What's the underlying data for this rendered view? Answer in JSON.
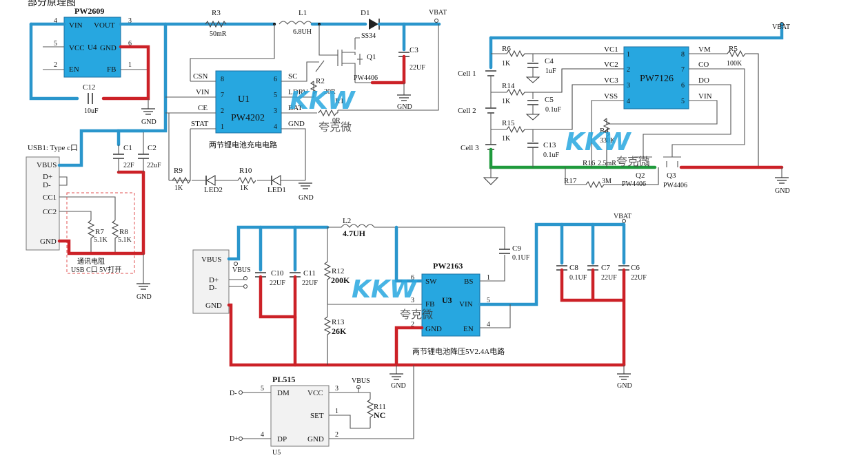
{
  "top_partial": "部分原理图",
  "charger": {
    "u4_title": "PW2609",
    "u4_ref": "U4",
    "u4_pins": {
      "vin": "VIN",
      "vout": "VOUT",
      "vcc": "VCC",
      "gnd": "GND",
      "en": "EN",
      "fb": "FB"
    },
    "u4_pin_nums": {
      "vin": "4",
      "vout": "3",
      "vcc": "5",
      "gnd": "6",
      "en": "2",
      "fb": "1"
    },
    "c12": "C12",
    "c12_val": "10uF",
    "usb_title": "USB1: Type c口",
    "usb_pins": {
      "vbus": "VBUS",
      "dp": "D+",
      "dm": "D-",
      "cc1": "CC1",
      "cc2": "CC2",
      "gnd": "GND"
    },
    "r7": "R7",
    "r7_val": "5.1K",
    "r8": "R8",
    "r8_val": "5.1K",
    "note1": "通讯电阻",
    "note2": "USB C口 5V打开",
    "c1": "C1",
    "c1_val": "22F",
    "c2": "C2",
    "c2_val": "22uF",
    "r3": "R3",
    "r3_val": "50mR",
    "l1": "L1",
    "l1_val": "6.8UH",
    "d1": "D1",
    "d1_val": "SS34",
    "vbat": "VBAT",
    "q1": "Q1",
    "q1_val": "PW4406",
    "c3": "C3",
    "c3_val": "22UF",
    "u1_ref": "U1",
    "u1_name": "PW4202",
    "u1_pins": {
      "csn": "CSN",
      "sc": "SC",
      "vin": "VIN",
      "ldrv": "LDRV",
      "ce": "CE",
      "bat": "BAT",
      "stat": "STAT",
      "gnd": "GND"
    },
    "u1_pin_nums": {
      "csn": "8",
      "sc": "6",
      "vin": "7",
      "ldrv": "5",
      "ce": "2",
      "bat": "3",
      "stat": "1",
      "gnd": "4"
    },
    "r2": "R2",
    "r2_val": "20R",
    "r1": "R1",
    "r1_val": "0R",
    "caption": "两节锂电池充电电路",
    "r9": "R9",
    "r9_val": "1K",
    "led2": "LED2",
    "r10": "R10",
    "r10_val": "1K",
    "led1": "LED1",
    "gnd": "GND"
  },
  "protect": {
    "vbat": "VBAT",
    "cell1": "Cell 1",
    "cell2": "Cell 2",
    "cell3": "Cell 3",
    "r6": "R6",
    "r6_val": "1K",
    "c4": "C4",
    "c4_val": "1uF",
    "r14": "R14",
    "r14_val": "1K",
    "c5": "C5",
    "c5_val": "0.1uF",
    "r15": "R15",
    "r15_val": "1K",
    "c13": "C13",
    "c13_val": "0.1uF",
    "ic": "PW7126",
    "left_pins": [
      "VC1",
      "VC2",
      "VC3",
      "VSS"
    ],
    "left_nums": [
      "1",
      "2",
      "3",
      "4"
    ],
    "right_pins": [
      "VM",
      "CO",
      "DO",
      "VIN"
    ],
    "right_nums": [
      "8",
      "7",
      "6",
      "5"
    ],
    "r5": "R5",
    "r5_val": "100K",
    "r4": "R4",
    "r4_val": "330K",
    "r16": "R16",
    "r16_val": "2.5mR",
    "r17": "R17",
    "r17_val": "3M",
    "q2": "Q2",
    "q2_val": "PW4406",
    "q3": "Q3",
    "q3_val": "PW4406",
    "gnd": "GND"
  },
  "buck": {
    "vbus_pins": {
      "vbus": "VBUS",
      "dp": "D+",
      "dm": "D-",
      "gnd": "GND"
    },
    "vbus_lbl": "VBUS",
    "c10": "C10",
    "c10_val": "22UF",
    "c11": "C11",
    "c11_val": "22UF",
    "l2": "L2",
    "l2_val": "4.7UH",
    "r12": "R12",
    "r12_val": "200K",
    "r13": "R13",
    "r13_val": "26K",
    "ic_title": "PW2163",
    "ic_ref": "U3",
    "ic_pins": {
      "sw": "SW",
      "bs": "BS",
      "fb": "FB",
      "vin": "VIN",
      "gnd": "GND",
      "en": "EN"
    },
    "ic_nums": {
      "sw": "6",
      "bs": "1",
      "fb": "3",
      "vin": "5",
      "gnd": "2",
      "en": "4"
    },
    "c9": "C9",
    "c9_val": "0.1UF",
    "vbat": "VBAT",
    "c8": "C8",
    "c8_val": "0.1UF",
    "c7": "C7",
    "c7_val": "22UF",
    "c6": "C6",
    "c6_val": "22UF",
    "caption": "两节锂电池降压5V2.4A电路",
    "gnd": "GND"
  },
  "pl515": {
    "title": "PL515",
    "ref": "U5",
    "pins": {
      "dm": "DM",
      "vcc": "VCC",
      "set": "SET",
      "dp": "DP",
      "gnd": "GND"
    },
    "nums": {
      "dm": "5",
      "vcc": "3",
      "set": "1",
      "dp": "4",
      "gnd": "2"
    },
    "net_dm": "D-",
    "net_dp": "D+",
    "vbus": "VBUS",
    "r11": "R11",
    "r11_val": "NC"
  },
  "watermark": {
    "logo": "KKW",
    "cn": "夸克微"
  }
}
